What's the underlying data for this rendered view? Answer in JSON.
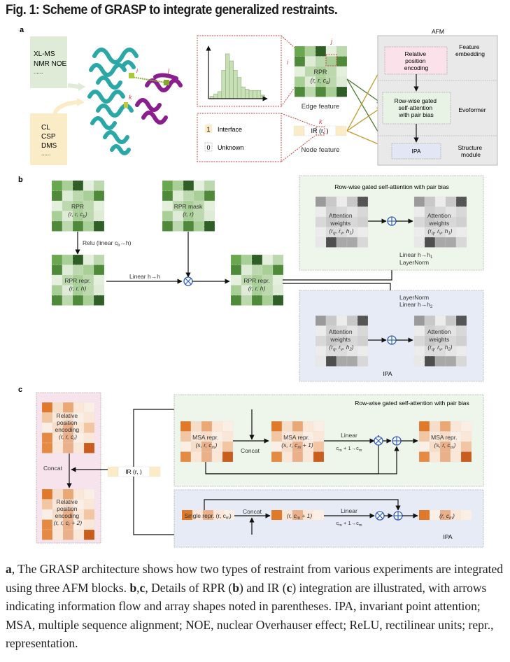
{
  "figure": {
    "title": "Fig. 1: Scheme of GRASP to integrate generalized restraints.",
    "panel_labels": [
      "a",
      "b",
      "c"
    ]
  },
  "panel_a": {
    "restraint_type_1": {
      "lines": [
        "XL-MS",
        "NMR NOE",
        "......"
      ]
    },
    "restraint_type_2": {
      "lines": [
        "CL",
        "CSP",
        "DMS",
        "......"
      ]
    },
    "protein_labels": {
      "i": "i",
      "j": "j",
      "k": "k"
    },
    "histogram": {
      "bars": [
        1,
        2,
        3,
        12,
        19,
        16,
        12,
        9,
        5,
        4,
        3.5,
        3.5,
        3.5,
        1.5
      ]
    },
    "edge_feature": {
      "title": "RPR",
      "shape": "(r, r, c",
      "shape_sub": "b",
      "shape_end": ")",
      "label": "Edge feature",
      "axis_i": "i",
      "axis_j": "j"
    },
    "node_feature": {
      "title": "IR (r, )",
      "label": "Node feature",
      "marker": "k"
    },
    "legend": [
      {
        "value": "1",
        "label": "Interface"
      },
      {
        "value": "0",
        "label": "Unknown"
      }
    ],
    "afm": {
      "title": "AFM",
      "modules": [
        {
          "box": [
            "Relative",
            "position",
            "encoding"
          ],
          "section": [
            "Feature",
            "embedding"
          ]
        },
        {
          "box": [
            "Row-wise gated",
            "self-attention",
            "with pair bias"
          ],
          "section": [
            "Evoformer"
          ]
        },
        {
          "box": [
            "IPA"
          ],
          "section": [
            "Structure",
            "module"
          ]
        }
      ]
    }
  },
  "panel_b": {
    "rpr": {
      "line1": "RPR",
      "line2": "(r, r, c",
      "sub": "b",
      "end": ")"
    },
    "rpr_mask": {
      "line1": "RPR mask",
      "line2": "(r, r)"
    },
    "rpr_repr_1": {
      "line1": "RPR repr.",
      "line2": "(r, r, h)"
    },
    "rpr_repr_2": {
      "line1": "RPR repr.",
      "line2": "(r, r, h)"
    },
    "relu_label": "Relu (linear c",
    "relu_sub": "b",
    "relu_end": "→h)",
    "linear_label": "Linear h→h",
    "evoformer_box": {
      "title": "Row-wise gated self-attention with pair bias",
      "attn_in": [
        "Attention",
        "weights",
        "(r",
        "q",
        ", r",
        "v",
        ", h",
        "1",
        ")"
      ],
      "attn_out": [
        "Attention",
        "weights",
        "(r",
        "q",
        ", r",
        "v",
        ", h",
        "1",
        ")"
      ],
      "op_label": [
        "Linear h→h",
        "1",
        "LayerNorm"
      ]
    },
    "ipa_box": {
      "title": "IPA",
      "attn_in": [
        "Attention",
        "weights",
        "(r",
        "q",
        ", r",
        "v",
        ", h",
        "2",
        ")"
      ],
      "attn_out": [
        "Attention",
        "weights",
        "(r",
        "q",
        ", r",
        "v",
        ", h",
        "2",
        ")"
      ],
      "op_label": [
        "LayerNorm",
        "Linear h→h",
        "2"
      ]
    }
  },
  "panel_c": {
    "rpe_in": [
      "Relative",
      "position",
      "encoding",
      "(r, r, c",
      "r",
      ")"
    ],
    "rpe_out": [
      "Relative",
      "position",
      "encoding",
      "(r, r, c",
      "r",
      " + 2)"
    ],
    "concat_label": "Concat",
    "ir_label": "IR (r, )",
    "evo_box": {
      "title": "Row-wise gated self-attention with pair bias",
      "msa_in": [
        "MSA repr.",
        "(s, r, c",
        "m",
        ")"
      ],
      "msa_mid": [
        "MSA repr.",
        "(s, r, c",
        "m",
        " + 1)"
      ],
      "msa_out": [
        "MSA repr.",
        "(s, r, c",
        "m",
        ")"
      ],
      "concat": "Concat",
      "linear": "Linear",
      "linear_sub": [
        "c",
        "m",
        " + 1→c",
        "m"
      ]
    },
    "ipa_box": {
      "title": "IPA",
      "single_in": [
        "Single repr. (r, c",
        "m",
        ")"
      ],
      "single_mid": [
        "(r, c",
        "m",
        " + 1)"
      ],
      "single_out": [
        "(r, c",
        "m",
        ")"
      ],
      "concat": "Concat",
      "linear": "Linear",
      "linear_sub": [
        "c",
        "m",
        " + 1→c",
        "m"
      ]
    }
  },
  "caption": {
    "parts": [
      {
        "b": "a"
      },
      {
        "t": ", The GRASP architecture shows how two types of restraint from various experiments are integrated using three AFM blocks. "
      },
      {
        "b": "b"
      },
      {
        "t": ","
      },
      {
        "b": "c"
      },
      {
        "t": ", Details of RPR ("
      },
      {
        "b": "b"
      },
      {
        "t": ") and IR ("
      },
      {
        "b": "c"
      },
      {
        "t": ") integration are illustrated, with arrows indicating information flow and array shapes noted in parentheses. IPA, invariant point attention; MSA, multiple sequence alignment; NOE, nuclear Overhauser effect; ReLU, rectilinear units; repr., representation."
      }
    ]
  },
  "colors": {
    "green_grid": [
      "#6aa84f",
      "#a8cf96",
      "#2f5f27",
      "#e4f0dc",
      "#bcd9ad",
      "#4e8a3a",
      "#deecd5",
      "#bcd9ad",
      "#a8cf96",
      "#4e8a3a",
      "#e4f0dc",
      "#bcd9ad",
      "#a8cf96",
      "#bcd9ad",
      "#e4f0dc",
      "#a8cf96",
      "#deecd5",
      "#a8cf96",
      "#bcd9ad",
      "#deecd5",
      "#4e8a3a",
      "#bcd9ad",
      "#4e8a3a",
      "#a8cf96",
      "#2f5f27"
    ],
    "gray_grid": [
      "#9a9a9a",
      "#c8c8c8",
      "#ececec",
      "#c8c8c8",
      "#555555",
      "#ececec",
      "#d0d0d0",
      "#d8d8d8",
      "#e4e4e4",
      "#d8d8d8",
      "#d8d8d8",
      "#c8c8c8",
      "#d0d0d0",
      "#d8d8d8",
      "#d0d0d0",
      "#ececec",
      "#dcdcdc",
      "#dcdcdc",
      "#e6e6e6",
      "#ececec",
      "#e8e8e8",
      "#4e4e4e",
      "#a8a8a8",
      "#a8a8a8",
      "#d8d8d8"
    ],
    "orange_grid": [
      "#e07a2a",
      "#f6ddc8",
      "#eaa874",
      "#fbe7d8",
      "#fbefe5",
      "#f3c6a3",
      "#fbe7d8",
      "#f6ddc8",
      "#fbefe5",
      "#fbe7d8",
      "#fbefe5",
      "#f6ddc8",
      "#eab08a",
      "#fbe7d8",
      "#f3c6a3",
      "#e48a42",
      "#fbe7d8",
      "#eab08a",
      "#fbefe5",
      "#fbe7d8",
      "#e48a42",
      "#fbe7d8",
      "#eab08a",
      "#fbe7d8",
      "#c85d1e"
    ],
    "evo_bg": "#eef5ea",
    "ipa_bg": "#e7ebf6",
    "rpe_bg": "#f7e3ec",
    "accent_blue": "#2f5fb8",
    "red_dotted": "#d0413c"
  }
}
